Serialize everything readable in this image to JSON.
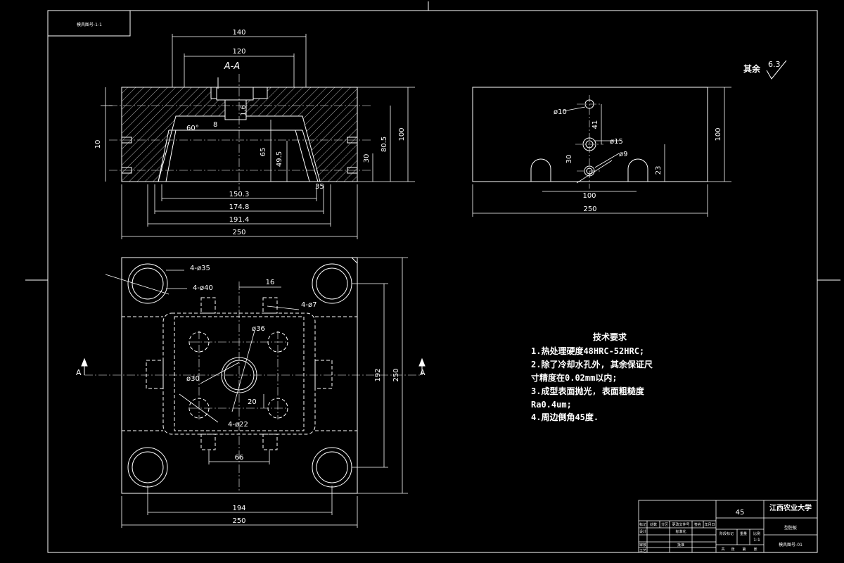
{
  "drawing": {
    "section_label": "A-A",
    "section_marker": "A",
    "surface_finish": {
      "label": "其余",
      "value": "6.3"
    },
    "small_title": "模具图号-1-1",
    "dims_section": {
      "top140": "140",
      "top120": "120",
      "d150": "150.3",
      "d174": "174.8",
      "d191": "191.4",
      "d250": "250",
      "h10": "10",
      "h65": "65",
      "h49": "49.5",
      "h30": "30",
      "h80": "80.5",
      "h100": "100",
      "r16": "1.6",
      "r8": "8",
      "ang": "60°",
      "r35": "35"
    },
    "dims_right": {
      "phi10": "ø10",
      "phi15": "ø15",
      "phi9": "ø9",
      "h41": "41",
      "h30": "30",
      "w100": "100",
      "w250": "250",
      "h23": "23",
      "h100": "100"
    },
    "dims_plan": {
      "phi35": "4-ø35",
      "phi40": "4-ø40",
      "phi7": "4-ø7",
      "d16": "16",
      "phi36": "ø36",
      "phi30": "ø30",
      "d20": "20",
      "phi22": "4-ø22",
      "d66": "66",
      "d194": "194",
      "d250w": "250",
      "d192": "192",
      "d250h": "250"
    }
  },
  "requirements": {
    "title": "技术要求",
    "items": [
      "1.热处理硬度48HRC-52HRC;",
      "2.除了冷却水孔外, 其余保证尺",
      "寸精度在0.02mm以内;",
      "3.成型表面抛光, 表面粗糙度",
      "Ra0.4um;",
      "4.周边倒角45度."
    ]
  },
  "title_block": {
    "material": "45",
    "school": "江西农业大学",
    "part_name": "型腔板",
    "scale": "1:1",
    "drawing_no": "模具图号-01",
    "small_cells": [
      "标记",
      "处数",
      "分区",
      "更改文件号",
      "签名",
      "年月日"
    ],
    "small_cells2": [
      "设计",
      "标准化",
      "审核",
      "工艺",
      "批准"
    ],
    "stage_cells": [
      "阶段标记",
      "重量",
      "比例"
    ],
    "sheet_cells": [
      "共",
      "张",
      "第",
      "张"
    ]
  }
}
